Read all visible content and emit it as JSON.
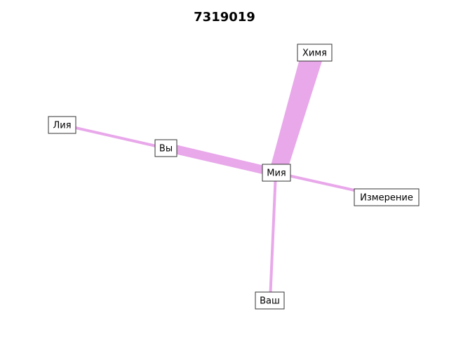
{
  "title": "7319019",
  "colors": {
    "edge": "#e8a8ea",
    "node_border": "#333333",
    "node_fill": "#ffffff"
  },
  "nodes": {
    "khimya": "Химя",
    "liya": "Лия",
    "vy": "Вы",
    "miya": "Мия",
    "izmerenie": "Измерение",
    "vash": "Ваш"
  },
  "edges": [
    {
      "from": "khimya",
      "to": "miya",
      "weight": "heavy"
    },
    {
      "from": "vy",
      "to": "miya",
      "weight": "medium"
    },
    {
      "from": "liya",
      "to": "vy",
      "weight": "light"
    },
    {
      "from": "miya",
      "to": "izmerenie",
      "weight": "light"
    },
    {
      "from": "miya",
      "to": "vash",
      "weight": "light"
    }
  ]
}
